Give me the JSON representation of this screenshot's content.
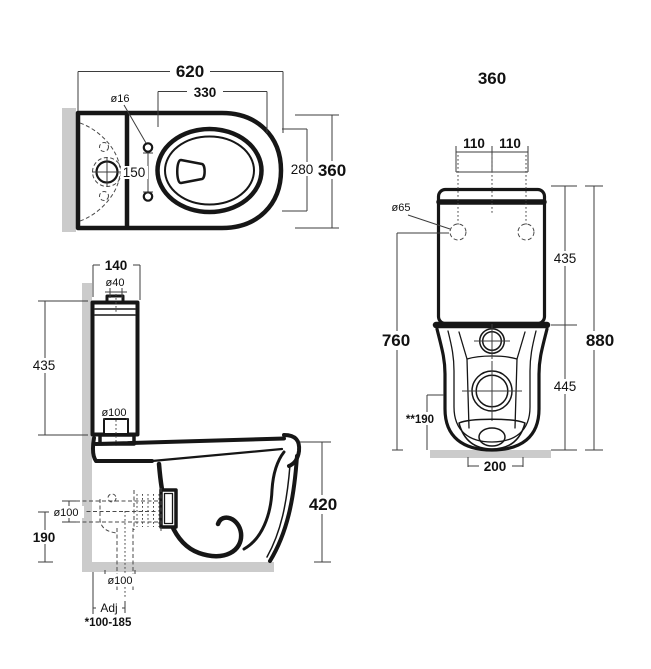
{
  "colors": {
    "line": "#161616",
    "dimension_line": "#3d3d3d",
    "wall_floor_surface": "#cbcbcb",
    "background": "#ffffff"
  },
  "plan_view": {
    "overall_length": "620",
    "seat_length": "330",
    "seat_hole_dia": "ø16",
    "seat_hole_spacing": "150",
    "inner_width": "280",
    "overall_width": "360"
  },
  "front_view": {
    "overall_width": "360",
    "inlet_offset_left": "110",
    "inlet_offset_right": "110",
    "inlet_hole_dia": "ø65",
    "cistern_height": "435",
    "inlet_height": "760",
    "overall_height": "880",
    "bowl_height": "445",
    "fixing_height": "**190",
    "base_width": "200"
  },
  "side_view": {
    "cistern_depth": "140",
    "water_inlet_dia": "ø40",
    "cistern_height": "435",
    "flush_pipe_dia": "ø100",
    "outlet_dia": "ø100",
    "outlet_height": "190",
    "seat_height": "420",
    "floor_outlet_dia": "ø100",
    "adjust_label": "Adj",
    "adjust_range": "*100-185"
  }
}
